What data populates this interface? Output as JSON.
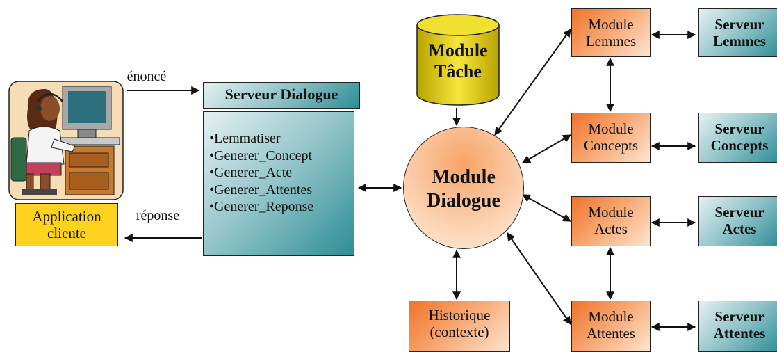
{
  "client_app": {
    "line1": "Application",
    "line2": "cliente"
  },
  "arrows": {
    "enonce": "énoncé",
    "reponse": "réponse"
  },
  "serveur_dialogue": {
    "title": "Serveur Dialogue",
    "functions": [
      "•Lemmatiser",
      "•Generer_Concept",
      "•Generer_Acte",
      "•Generer_Attentes",
      "•Generer_Reponse"
    ]
  },
  "module_tache": {
    "line1": "Module",
    "line2": "Tâche"
  },
  "module_dialogue": {
    "line1": "Module",
    "line2": "Dialogue"
  },
  "historique": {
    "line1": "Historique",
    "line2": "(contexte)"
  },
  "modules": [
    {
      "line1": "Module",
      "line2": "Lemmes"
    },
    {
      "line1": "Module",
      "line2": "Concepts"
    },
    {
      "line1": "Module",
      "line2": "Actes"
    },
    {
      "line1": "Module",
      "line2": "Attentes"
    }
  ],
  "servers": [
    {
      "line1": "Serveur",
      "line2": "Lemmes"
    },
    {
      "line1": "Serveur",
      "line2": "Concepts"
    },
    {
      "line1": "Serveur",
      "line2": "Actes"
    },
    {
      "line1": "Serveur",
      "line2": "Attentes"
    }
  ],
  "colors": {
    "orange": "#f0732a",
    "teal": "#2e8d96",
    "yellow": "#ffd21f",
    "cylinder": "#e8d200"
  }
}
